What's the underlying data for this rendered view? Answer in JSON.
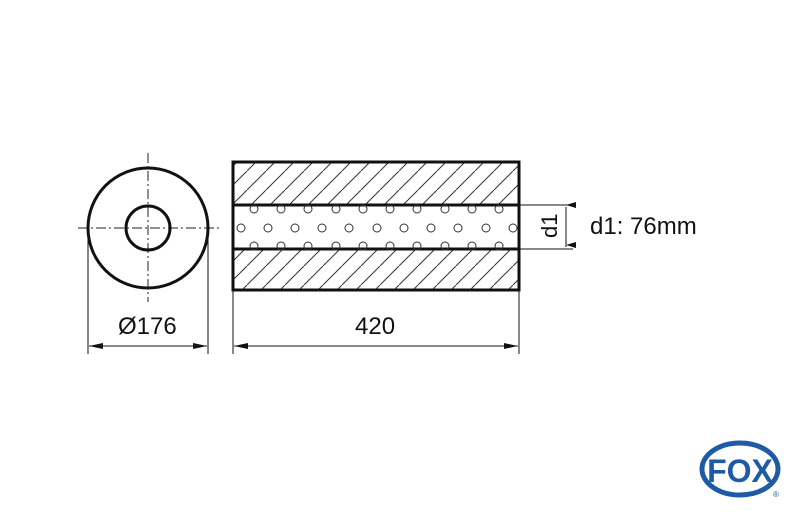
{
  "drawing": {
    "type": "technical-drawing",
    "subject": "muffler / silencer cross-section",
    "end_view": {
      "diameter_label": "Ø176"
    },
    "side_view": {
      "length_label": "420",
      "pipe_dimension_label": "d1"
    },
    "spec_text": "d1: 76mm",
    "colors": {
      "line": "#111111",
      "background": "#ffffff",
      "logo_blue": "#1f5aa6"
    }
  },
  "logo": {
    "text": "FOX",
    "registered_mark": "®"
  }
}
